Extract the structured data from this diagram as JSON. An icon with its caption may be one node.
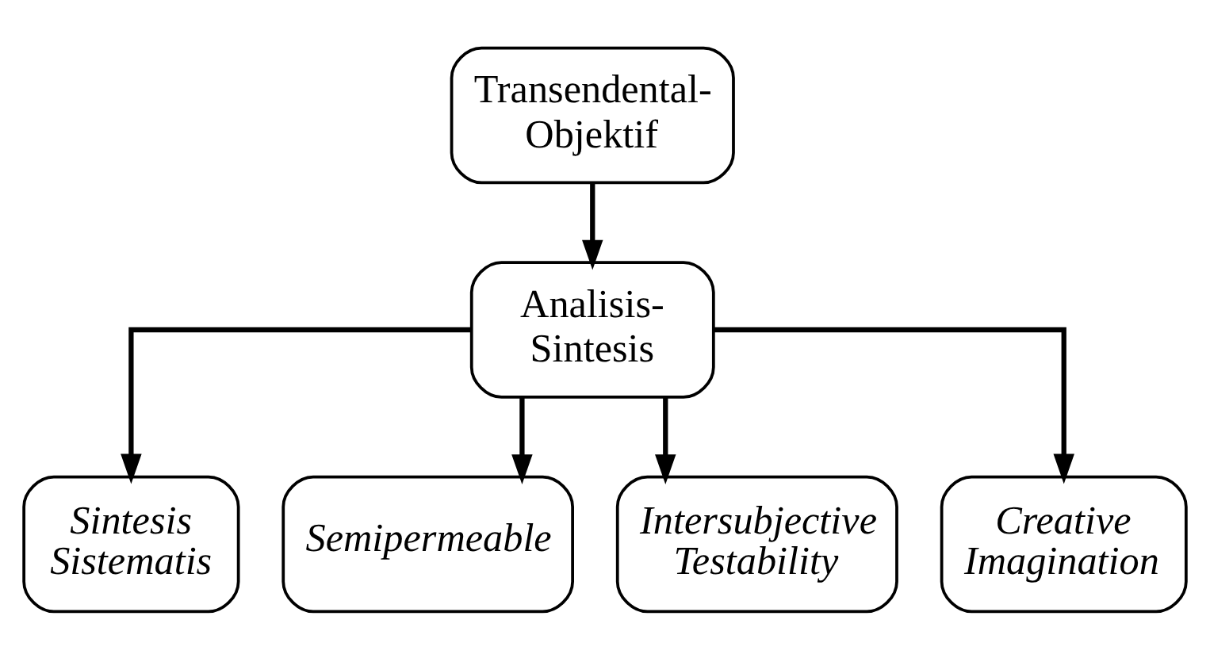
{
  "diagram": {
    "nodes": [
      {
        "text": [
          "Transendental-Objektif"
        ]
      },
      {
        "text": [
          "Analisis-Sintesis"
        ]
      },
      {
        "text": [
          "Sintesis Sistematis"
        ]
      },
      {
        "text": [
          "Semipermeable"
        ]
      },
      {
        "text": [
          "Intersubjective Testability"
        ]
      },
      {
        "text": [
          "Creative Imagination"
        ]
      }
    ],
    "edges": [
      {
        "from": 0,
        "to": 1,
        "arrow": "to"
      },
      {
        "from": 1,
        "to": 2,
        "arrow": "to"
      },
      {
        "from": 1,
        "to": 3,
        "arrow": "to"
      },
      {
        "from": 1,
        "to": 4,
        "arrow": "to"
      },
      {
        "from": 1,
        "to": 5,
        "arrow": "to"
      }
    ]
  }
}
